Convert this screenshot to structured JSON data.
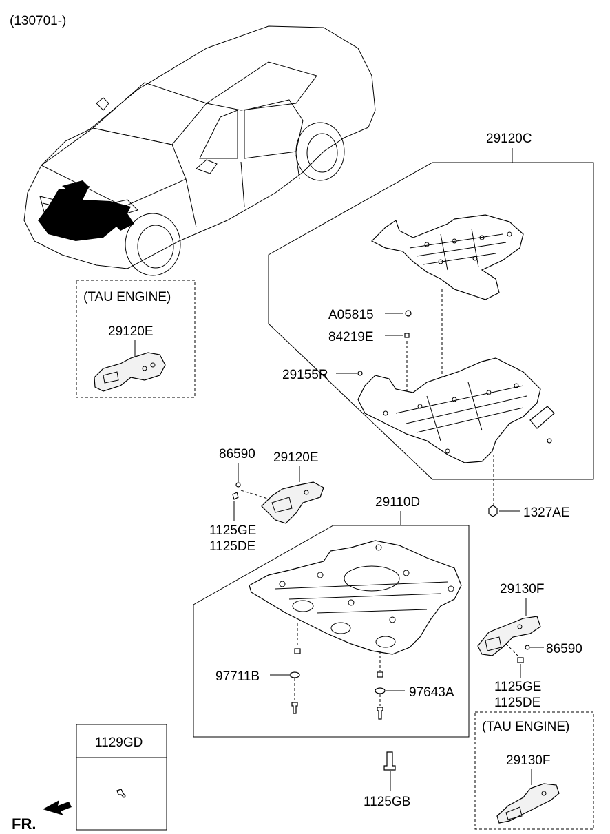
{
  "header": {
    "date_code": "(130701-)"
  },
  "direction_label": "FR.",
  "callouts": {
    "group_c": "29120C",
    "a05815": "A05815",
    "e84219": "84219E",
    "r29155": "29155R",
    "ae1327": "1327AE",
    "left_86590": "86590",
    "left_29120e": "29120E",
    "left_1125ge": "1125GE",
    "left_1125de": "1125DE",
    "group_d": "29110D",
    "b97711": "97711B",
    "a97643": "97643A",
    "gb1125": "1125GB",
    "right_29130f": "29130F",
    "right_86590": "86590",
    "right_1125ge": "1125GE",
    "right_1125de": "1125DE"
  },
  "tau_left": {
    "heading": "(TAU ENGINE)",
    "part": "29120E"
  },
  "tau_right": {
    "heading": "(TAU ENGINE)",
    "part": "29130F"
  },
  "table": {
    "part": "1129GD"
  }
}
